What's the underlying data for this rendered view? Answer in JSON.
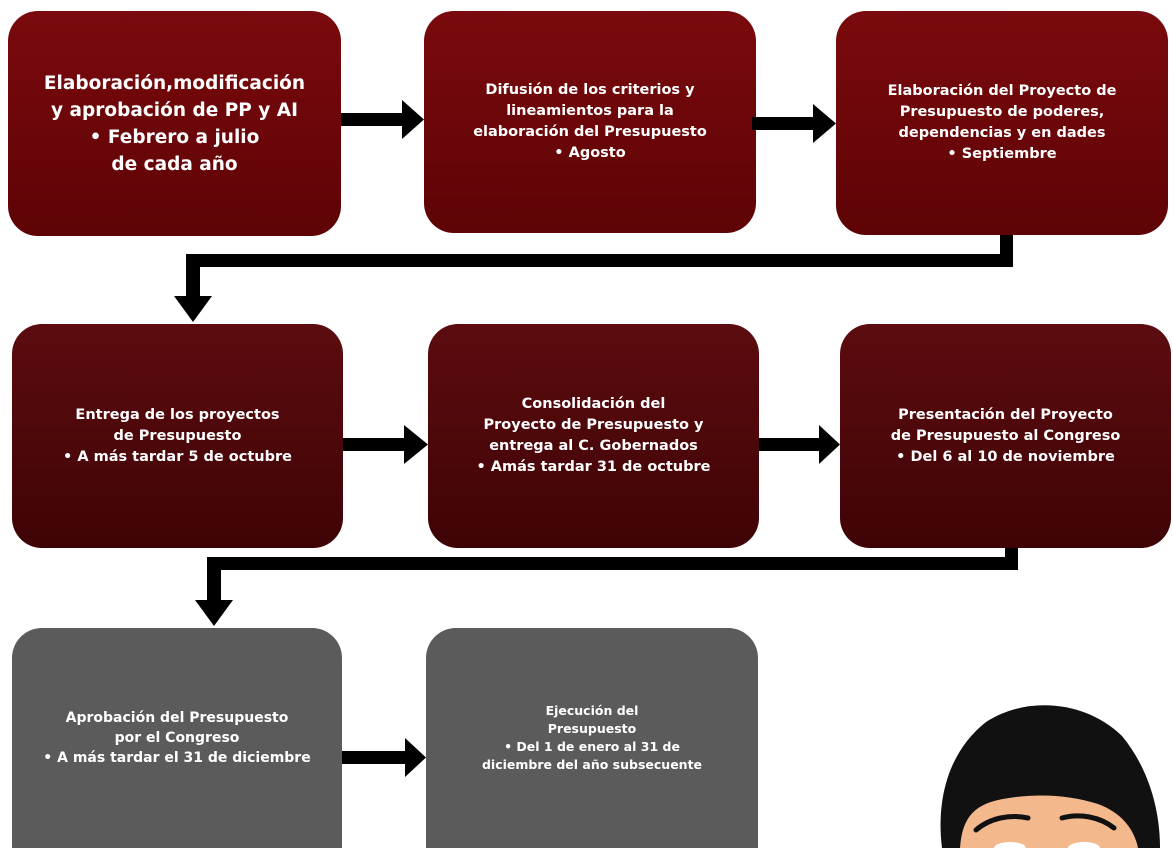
{
  "steps": [
    {
      "lines": [
        "Elaboración,modificación",
        "y aprobación de PP y AI",
        "• Febrero a julio",
        "de cada año"
      ],
      "color": "#6b0508"
    },
    {
      "lines": [
        "Difusión de los criterios y",
        "lineamientos para la",
        "elaboración del  Presupuesto",
        "• Agosto"
      ],
      "color": "#6b0508"
    },
    {
      "lines": [
        "Elaboración del Proyecto de",
        "Presupuesto de poderes,",
        "dependencias y en dades",
        "• Septiembre"
      ],
      "color": "#6b0508"
    },
    {
      "lines": [
        "Entrega de los proyectos",
        "de Presupuesto",
        "• A más tardar 5 de octubre"
      ],
      "color": "#4e0609"
    },
    {
      "lines": [
        "Consolidación del",
        "Proyecto de Presupuesto y",
        "entrega al C. Gobernados",
        "• Amás tardar 31 de octubre"
      ],
      "color": "#4e0609"
    },
    {
      "lines": [
        "Presentación del Proyecto",
        "de Presupuesto al Congreso",
        "• Del 6 al 10 de noviembre"
      ],
      "color": "#4e0609"
    },
    {
      "lines": [
        "Aprobación del Presupuesto",
        "por el Congreso",
        "• A más tardar el 31 de diciembre"
      ],
      "color": "#5b5b5b"
    },
    {
      "lines": [
        "Ejecución del",
        "Presupuesto",
        "• Del 1 de enero al 31 de",
        "diciembre del año subsecuente"
      ],
      "color": "#5b5b5b"
    }
  ],
  "illustration": {
    "icon": "cartoon-person-icon",
    "skin": "#f3b88c",
    "hair": "#111111"
  }
}
